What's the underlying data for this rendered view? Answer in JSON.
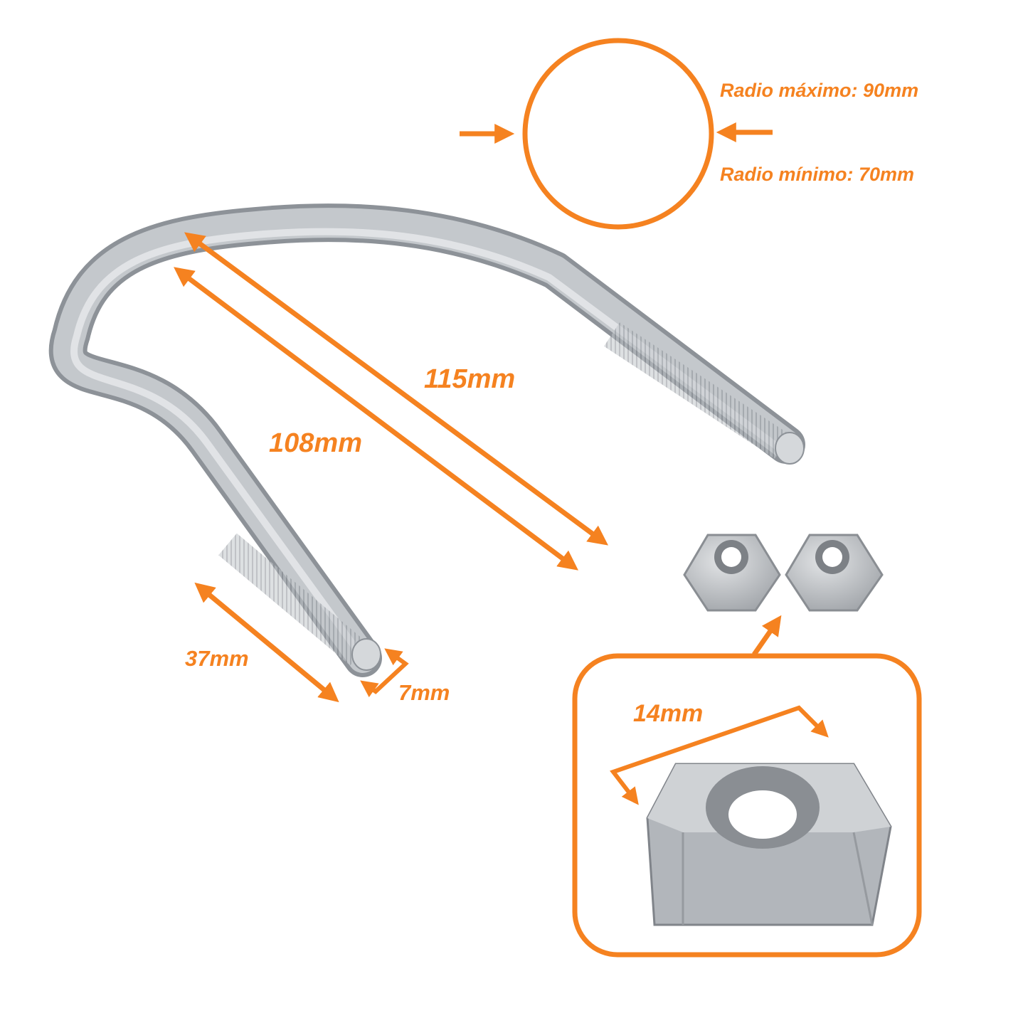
{
  "colors": {
    "accent": "#f58220",
    "metal": "#b9bdc2",
    "metal_dark": "#8b9096",
    "metal_light": "#e4e7ea",
    "background": "#ffffff"
  },
  "labels": {
    "radio_maximo": "Radio máximo: 90mm",
    "radio_minimo": "Radio mínimo: 70mm",
    "length_outer": "115mm",
    "length_inner": "108mm",
    "thread_length": "37mm",
    "rod_diameter": "7mm",
    "nut_width": "14mm"
  },
  "icons": {
    "diameter_gauge": "circle-icon",
    "u_bolt": "u-bolt-icon",
    "nut": "hex-nut-icon"
  }
}
